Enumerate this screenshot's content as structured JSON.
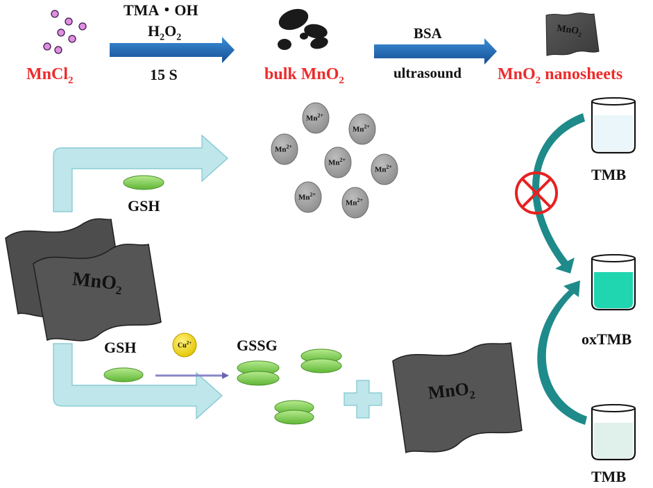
{
  "top_scheme": {
    "reactant": "MnCl",
    "reactant_sub": "2",
    "step1_reagent1": "TMA・OH",
    "step1_reagent2_main": "H",
    "step1_reagent2_sub1": "2",
    "step1_reagent2_mid": "O",
    "step1_reagent2_sub2": "2",
    "step1_time": "15 S",
    "intermediate": "bulk MnO",
    "intermediate_sub": "2",
    "step2_reagent": "BSA",
    "step2_method": "ultrasound",
    "product": "MnO",
    "product_sub": "2",
    "product_suffix": " nanosheets",
    "small_sheet_label": "MnO",
    "small_sheet_sub": "2"
  },
  "mechanism": {
    "stack_label": "MnO",
    "stack_sub": "2",
    "gsh_upper": "GSH",
    "mn_ion": "Mn",
    "mn_charge": "2+",
    "gsh_lower": "GSH",
    "cu_ion": "Cu",
    "cu_charge": "2+",
    "gssg": "GSSG",
    "right_sheet_label": "MnO",
    "right_sheet_sub": "2",
    "tmb_top": "TMB",
    "oxtmb": "oxTMB",
    "tmb_bottom": "TMB"
  },
  "colors": {
    "product_red": "#ee2b2b",
    "arrow_blue": "#1f67b4",
    "flow_arrow": "#bfe6ea",
    "teal_arrow": "#1f8a8a",
    "oxtmb_liquid": "#20d6b0",
    "sheet_dark": "#4a4a4a",
    "gsh_green": "#8fd45a"
  }
}
